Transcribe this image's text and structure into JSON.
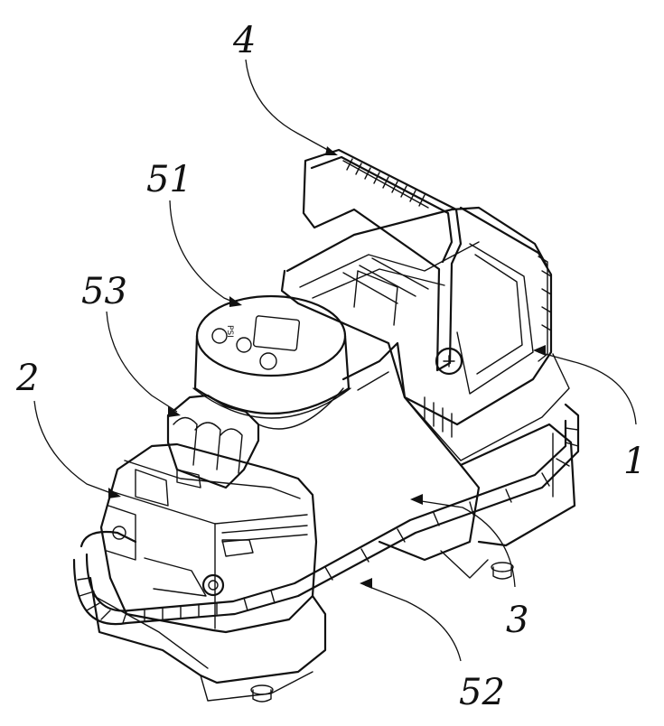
{
  "figure": {
    "callouts": [
      {
        "id": "c4",
        "label": "4"
      },
      {
        "id": "c51",
        "label": "51"
      },
      {
        "id": "c53",
        "label": "53"
      },
      {
        "id": "c2",
        "label": "2"
      },
      {
        "id": "c1",
        "label": "1"
      },
      {
        "id": "c3",
        "label": "3"
      },
      {
        "id": "c52",
        "label": "52"
      }
    ],
    "display_mark": "PSI"
  }
}
